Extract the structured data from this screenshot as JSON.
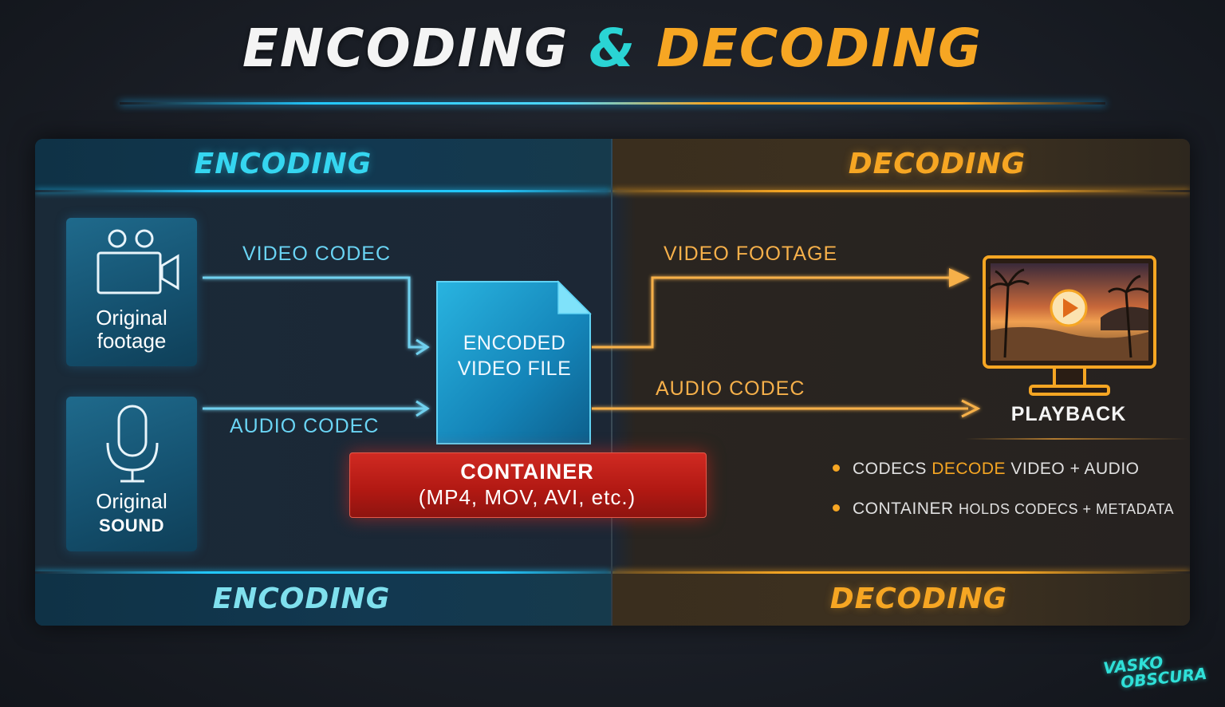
{
  "title": {
    "part1": "ENCODING",
    "amp": "&",
    "part2": "DECODING"
  },
  "sections": {
    "encoding_header": "ENCODING",
    "decoding_header": "DECODING",
    "encoding_footer": "ENCODING",
    "decoding_footer": "DECODING"
  },
  "sources": {
    "video": {
      "line1": "Original",
      "line2": "footage",
      "icon": "video-camera-icon"
    },
    "audio": {
      "line1": "Original",
      "line2": "SOUND",
      "icon": "microphone-icon"
    }
  },
  "encode_labels": {
    "video_codec": "VIDEO CODEC",
    "audio_codec": "AUDIO CODEC"
  },
  "encoded_file": {
    "line1": "ENCODED",
    "line2": "VIDEO FILE",
    "icon": "file-icon"
  },
  "container": {
    "title": "CONTAINER",
    "subtitle": "(MP4, MOV, AVI, etc.)"
  },
  "decode_labels": {
    "video_footage": "VIDEO FOOTAGE",
    "audio_codec": "AUDIO CODEC"
  },
  "playback": {
    "label": "PLAYBACK",
    "icon": "monitor-play-icon"
  },
  "notes": [
    {
      "pre": "CODECS ",
      "highlight": "DECODE",
      "post": " VIDEO + AUDIO"
    },
    {
      "pre": "CONTAINER ",
      "small": "HOLDS CODECS + METADATA"
    }
  ],
  "signature": {
    "line1": "VASKO",
    "line2": "OBSCURA"
  },
  "colors": {
    "encoding": "#22c8ff",
    "decoding": "#f6a623",
    "container": "#c8201a"
  }
}
